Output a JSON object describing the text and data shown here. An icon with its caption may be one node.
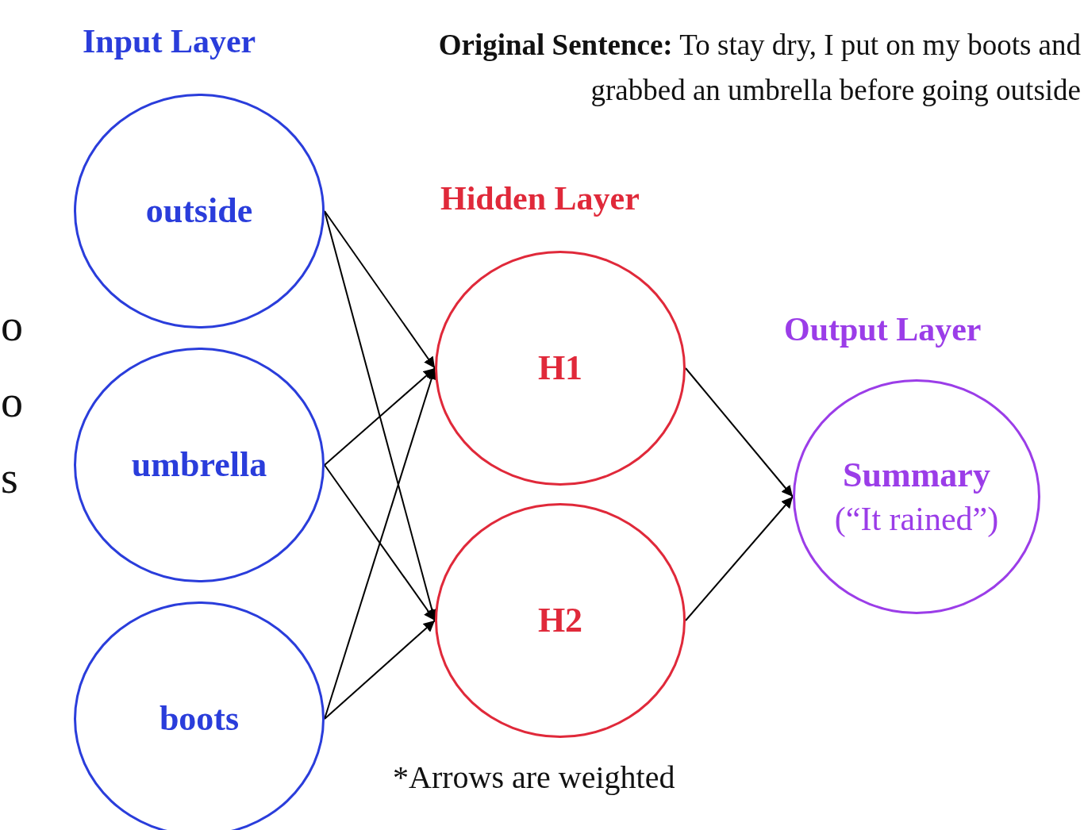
{
  "diagram": {
    "nodes": [
      {
        "text": [
          "outside"
        ]
      },
      {
        "text": [
          "umbrella"
        ]
      },
      {
        "text": [
          "boots"
        ]
      },
      {
        "text": [
          "H1"
        ]
      },
      {
        "text": [
          "H2"
        ]
      },
      {
        "text": [
          "Summary",
          "(“It rained”)"
        ]
      }
    ],
    "edges": [
      {
        "from": 0,
        "to": 3,
        "arrow": "to"
      },
      {
        "from": 0,
        "to": 4,
        "arrow": "to"
      },
      {
        "from": 1,
        "to": 3,
        "arrow": "to"
      },
      {
        "from": 1,
        "to": 4,
        "arrow": "to"
      },
      {
        "from": 2,
        "to": 3,
        "arrow": "to"
      },
      {
        "from": 2,
        "to": 4,
        "arrow": "to"
      },
      {
        "from": 3,
        "to": 5,
        "arrow": "to"
      },
      {
        "from": 4,
        "to": 5,
        "arrow": "to"
      }
    ],
    "labels": [
      "Input Layer",
      "**Original Sentence:** To stay dry, I put on my boots and grabbed an umbrella before going outside",
      "Hidden Layer",
      "o",
      "o",
      "Output Layer",
      "s",
      "*Arrows are weighted"
    ]
  }
}
